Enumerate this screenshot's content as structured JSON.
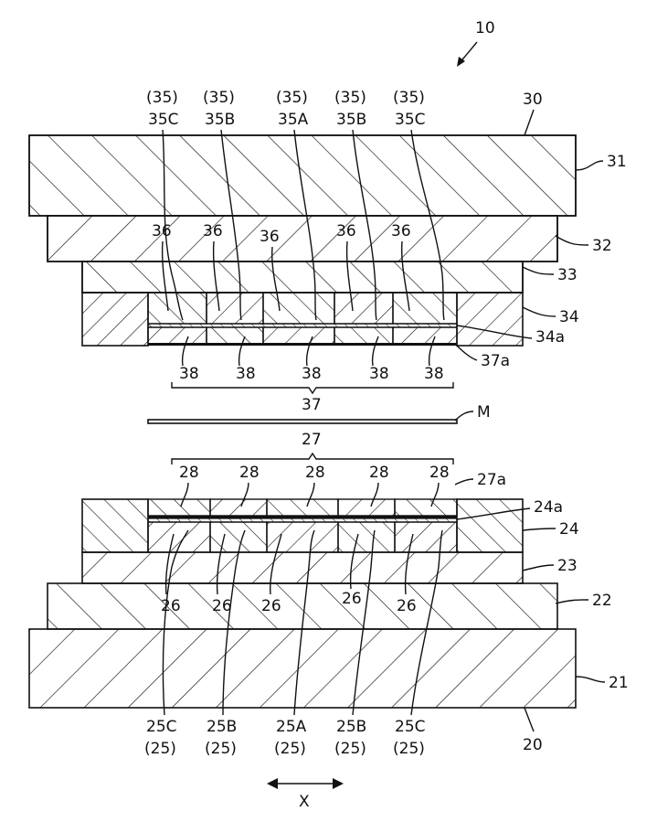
{
  "figure": {
    "assembly_ref": "10",
    "upper_unit_ref": "30",
    "lower_unit_ref": "20",
    "upper_layers": {
      "plate_31": "31",
      "plate_32": "32",
      "plate_33": "33",
      "layer_34": "34",
      "layer_34a": "34a",
      "sheet_37a": "37a"
    },
    "lower_layers": {
      "plate_21": "21",
      "plate_22": "22",
      "plate_23": "23",
      "layer_24": "24",
      "layer_24a": "24a",
      "sheet_27a": "27a"
    },
    "upper_group_ref": "37",
    "lower_group_ref": "27",
    "medium_ref": "M",
    "axis_label": "X",
    "upper_coils": [
      {
        "paren": "(35)",
        "code": "35C",
        "core": "36",
        "pad": "38"
      },
      {
        "paren": "(35)",
        "code": "35B",
        "core": "36",
        "pad": "38"
      },
      {
        "paren": "(35)",
        "code": "35A",
        "core": "36",
        "pad": "38"
      },
      {
        "paren": "(35)",
        "code": "35B",
        "core": "36",
        "pad": "38"
      },
      {
        "paren": "(35)",
        "code": "35C",
        "core": "36",
        "pad": "38"
      }
    ],
    "lower_coils": [
      {
        "paren": "(25)",
        "code": "25C",
        "core": "26",
        "pad": "28"
      },
      {
        "paren": "(25)",
        "code": "25B",
        "core": "26",
        "pad": "28"
      },
      {
        "paren": "(25)",
        "code": "25A",
        "core": "26",
        "pad": "28"
      },
      {
        "paren": "(25)",
        "code": "25B",
        "core": "26",
        "pad": "28"
      },
      {
        "paren": "(25)",
        "code": "25C",
        "core": "26",
        "pad": "28"
      }
    ]
  }
}
